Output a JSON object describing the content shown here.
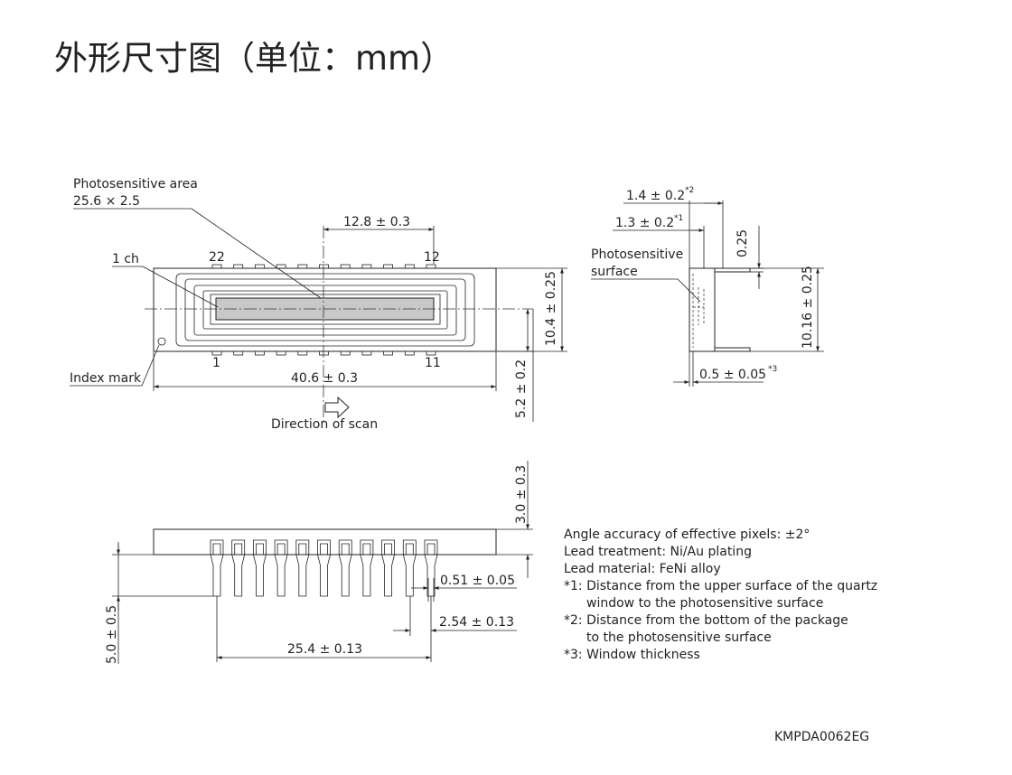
{
  "title": "外形尺寸图（单位：mm）",
  "top_view": {
    "photosensitive_area_label": "Photosensitive area",
    "photosensitive_area_size": "25.6 × 2.5",
    "ch1_label": "1 ch",
    "pin_22": "22",
    "pin_12": "12",
    "pin_1": "1",
    "pin_11": "11",
    "index_mark": "Index mark",
    "dim_center": "12.8 ± 0.3",
    "dim_length": "40.6 ± 0.3",
    "dim_width": "10.4 ± 0.25",
    "dim_center_y": "5.2 ± 0.2",
    "direction_of_scan": "Direction of scan"
  },
  "side_view": {
    "dim_1_4": "1.4 ± 0.2",
    "note_2": "*2",
    "dim_1_3": "1.3 ± 0.2",
    "note_1": "*1",
    "dim_0_25": "0.25",
    "photosensitive_surface_1": "Photosensitive",
    "photosensitive_surface_2": "surface",
    "dim_height": "10.16 ± 0.25",
    "dim_window": "0.5 ± 0.05",
    "note_3": "*3"
  },
  "front_view": {
    "dim_thickness": "3.0 ± 0.3",
    "dim_lead_width": "0.51 ± 0.05",
    "dim_pitch": "2.54 ± 0.13",
    "dim_span": "25.4 ± 0.13",
    "dim_lead_length": "5.0 ± 0.5"
  },
  "notes": [
    "Angle accuracy of effective pixels: ±2°",
    "Lead treatment: Ni/Au plating",
    "Lead material: FeNi alloy",
    "*1: Distance from the upper surface of the quartz",
    "window to the photosensitive surface",
    "*2: Distance from the bottom of the package",
    "to the photosensitive surface",
    "*3: Window thickness"
  ],
  "drawing_code": "KMPDA0062EG"
}
